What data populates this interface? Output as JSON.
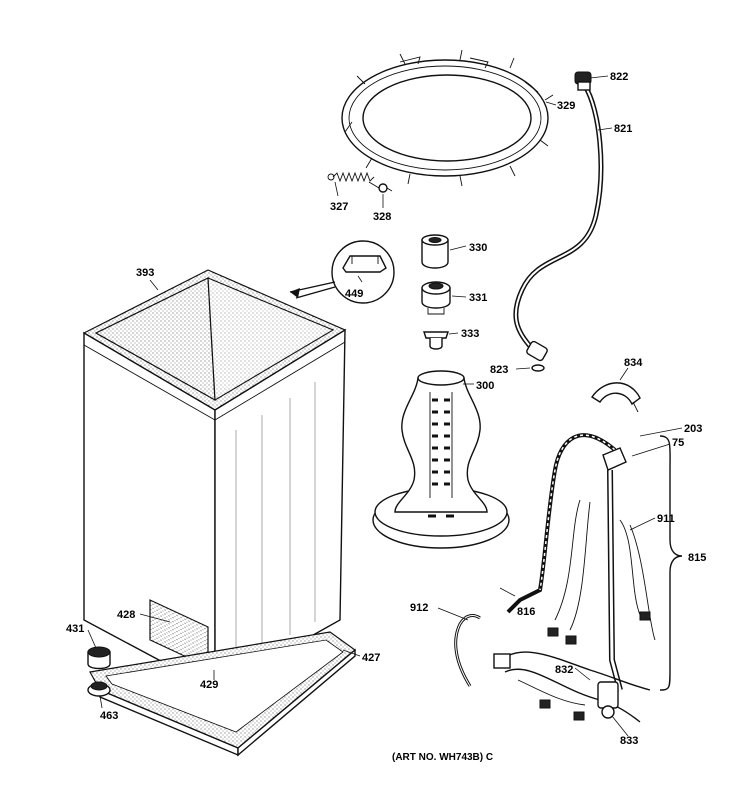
{
  "art_number": "(ART NO. WH743B) C",
  "callouts": {
    "c822": "822",
    "c329": "329",
    "c821": "821",
    "c327": "327",
    "c328": "328",
    "c330": "330",
    "c331": "331",
    "c333": "333",
    "c393": "393",
    "c449": "449",
    "c823": "823",
    "c300": "300",
    "c834": "834",
    "c203": "203",
    "c75": "75",
    "c911": "911",
    "c815": "815",
    "c912": "912",
    "c816": "816",
    "c428": "428",
    "c431": "431",
    "c427": "427",
    "c429": "429",
    "c463": "463",
    "c832": "832",
    "c833": "833"
  }
}
